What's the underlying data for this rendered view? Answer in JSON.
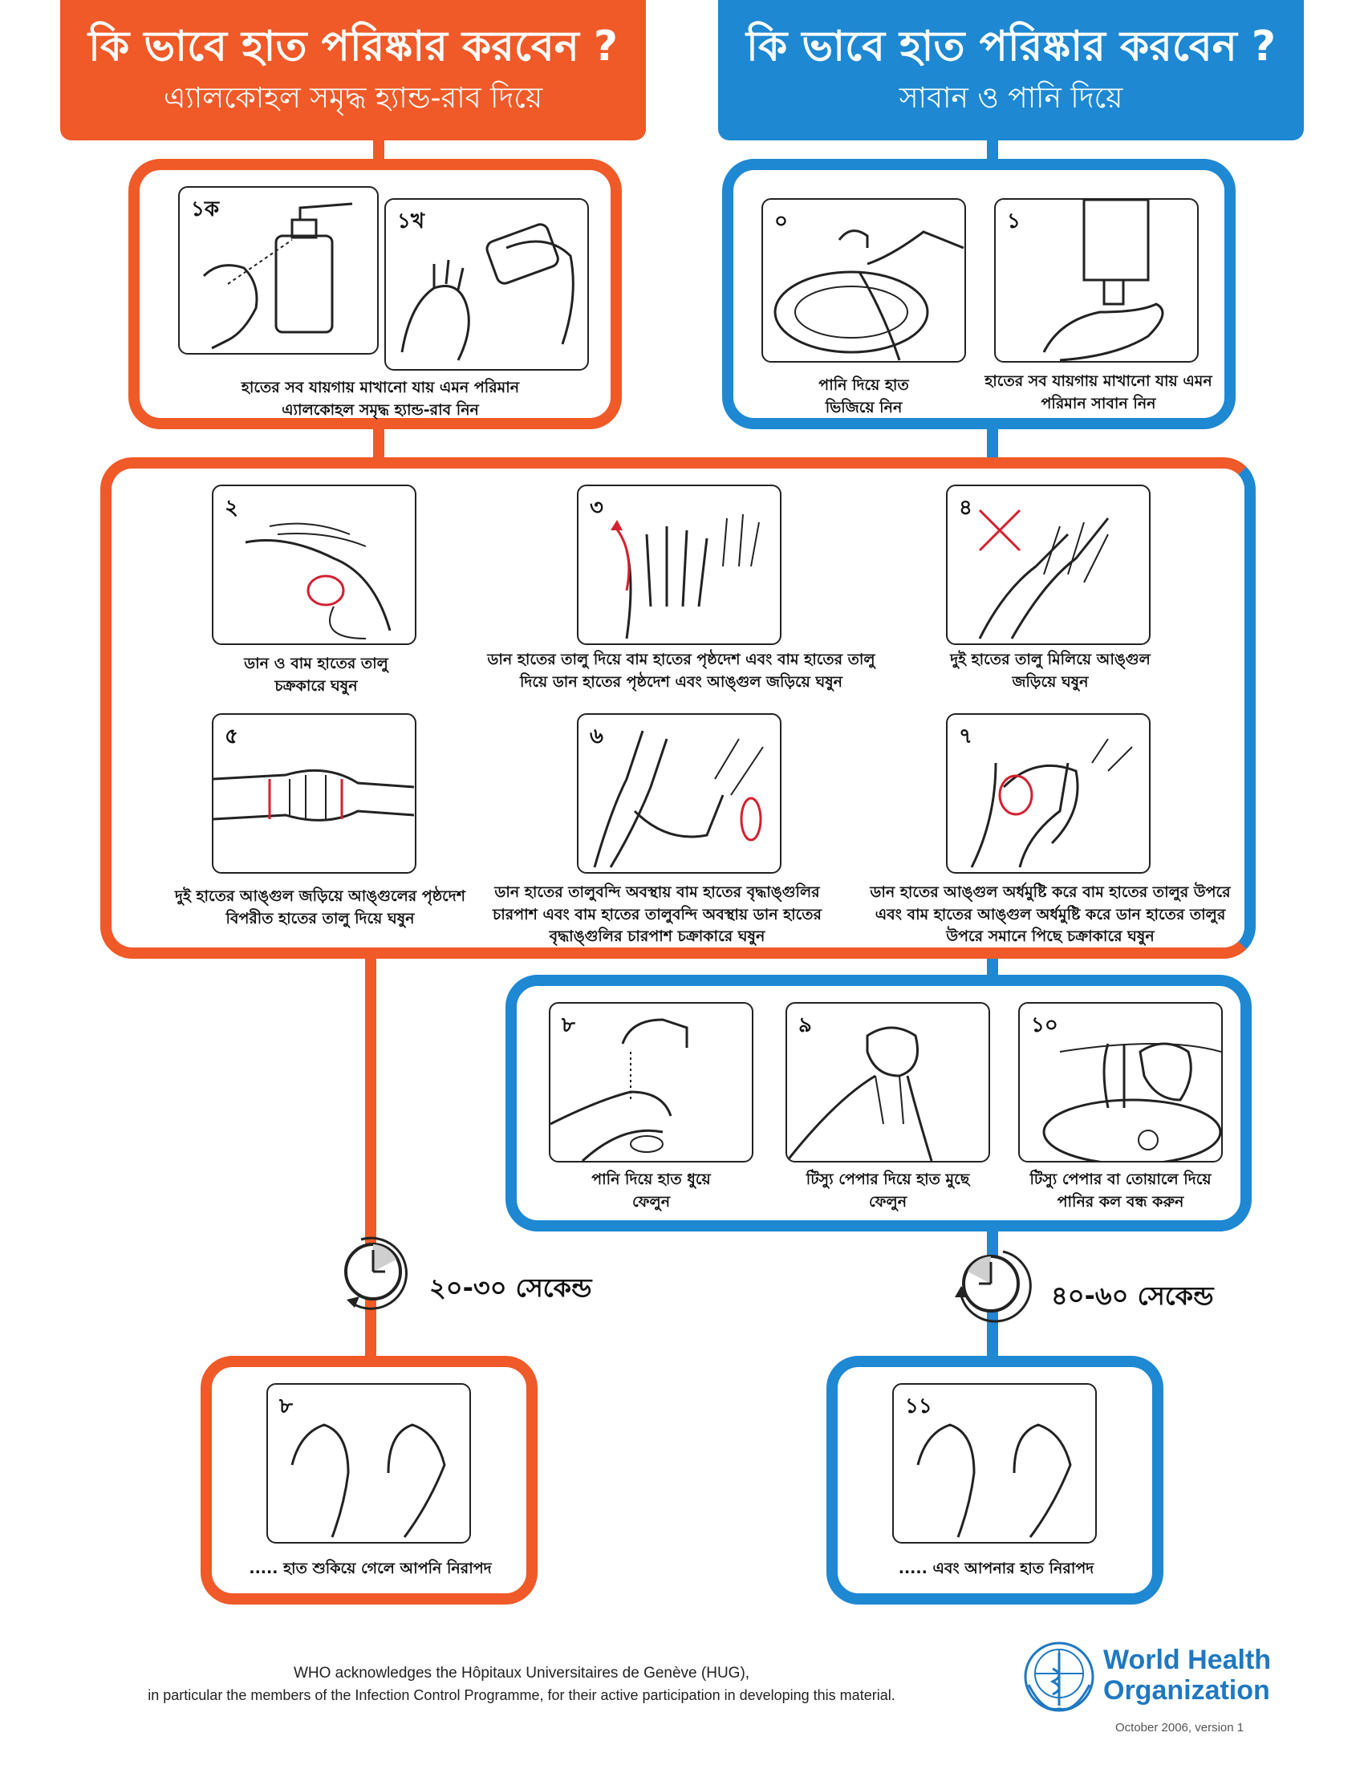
{
  "colors": {
    "orange": "#EF5A28",
    "blue": "#1E88D2",
    "who_blue": "#1F78C1"
  },
  "left_header": {
    "title": "কি ভাবে হাত পরিষ্কার করবেন ?",
    "subtitle": "এ্যালকোহল সমৃদ্ধ হ্যান্ড-রাব দিয়ে"
  },
  "right_header": {
    "title": "কি ভাবে হাত পরিষ্কার করবেন ?",
    "subtitle": "সাবান ও পানি দিয়ে"
  },
  "left_top": {
    "steps": [
      {
        "num": "১ক",
        "icon": "hand-rub-bottle-icon"
      },
      {
        "num": "১খ",
        "icon": "hand-rub-pour-icon"
      }
    ],
    "caption": "হাতের সব যায়গায় মাখানো যায় এমন পরিমান\nএ্যালকোহল সমৃদ্ধ হ্যান্ড-রাব নিন"
  },
  "right_top": {
    "steps": [
      {
        "num": "০",
        "icon": "wet-hands-sink-icon",
        "caption": "পানি দিয়ে হাত\nভিজিয়ে নিন"
      },
      {
        "num": "১",
        "icon": "soap-dispenser-icon",
        "caption": "হাতের সব যায়গায় মাখানো যায় এমন\nপরিমান সাবান নিন"
      }
    ]
  },
  "middle_steps": [
    {
      "num": "২",
      "icon": "palm-to-palm-icon",
      "caption": "ডান ও বাম হাতের তালু\nচক্রকারে ঘষুন"
    },
    {
      "num": "৩",
      "icon": "palm-over-dorsum-icon",
      "caption": "ডান হাতের তালু দিয়ে বাম হাতের পৃষ্ঠদেশ এবং বাম হাতের তালু\nদিয়ে ডান হাতের পৃষ্ঠদেশ এবং আঙ্গুল জড়িয়ে ঘষুন"
    },
    {
      "num": "৪",
      "icon": "interlaced-fingers-icon",
      "caption": "দুই হাতের তালু মিলিয়ে আঙ্গুল\nজড়িয়ে ঘষুন"
    },
    {
      "num": "৫",
      "icon": "backs-of-fingers-icon",
      "caption": "দুই হাতের আঙ্গুল জড়িয়ে আঙ্গুলের পৃষ্ঠদেশ\nবিপরীত হাতের তালু দিয়ে ঘষুন"
    },
    {
      "num": "৬",
      "icon": "thumb-rub-icon",
      "caption": "ডান হাতের  তালুবন্দি অবস্থায় বাম হাতের বৃদ্ধাঙ্গুলির\nচারপাশ এবং বাম হাতের তালুবন্দি অবস্থায় ডান হাতের\nবৃদ্ধাঙ্গুলির চারপাশ চক্রাকারে ঘষুন"
    },
    {
      "num": "৭",
      "icon": "fingertips-rub-icon",
      "caption": "ডান হাতের আঙ্গুল অর্ধমুষ্টি করে বাম হাতের তালুর উপরে\nএবং বাম হাতের আঙ্গুল অর্ধমুষ্টি করে ডান হাতের তালুর\nউপরে সমানে পিছে চক্রাকারে ঘষুন"
    }
  ],
  "rinse_steps": [
    {
      "num": "৮",
      "icon": "rinse-hands-icon",
      "caption": "পানি দিয়ে হাত ধুয়ে\nফেলুন"
    },
    {
      "num": "৯",
      "icon": "dry-with-towel-icon",
      "caption": "টিস্যু পেপার দিয়ে হাত মুছে\nফেলুন"
    },
    {
      "num": "১০",
      "icon": "turn-off-tap-icon",
      "caption": "টিস্যু পেপার বা তোয়ালে দিয়ে\nপানির কল বন্ধ করুন"
    }
  ],
  "left_timer": {
    "label": "২০-৩০ সেকেন্ড",
    "icon": "clock-icon"
  },
  "right_timer": {
    "label": "৪০-৬০ সেকেন্ড",
    "icon": "clock-icon"
  },
  "left_final": {
    "num": "৮",
    "icon": "open-hands-icon",
    "caption": "..... হাত শুকিয়ে গেলে আপনি নিরাপদ"
  },
  "right_final": {
    "num": "১১",
    "icon": "open-hands-icon",
    "caption": "..... এবং আপনার হাত নিরাপদ"
  },
  "footer": {
    "ack_line1": "WHO acknowledges the Hôpitaux Universitaires de Genève (HUG),",
    "ack_line2": "in particular the members of the Infection Control Programme, for their active participation in developing this material.",
    "org_line1": "World Health",
    "org_line2": "Organization",
    "version": "October 2006, version 1",
    "logo_icon": "who-emblem-icon"
  }
}
